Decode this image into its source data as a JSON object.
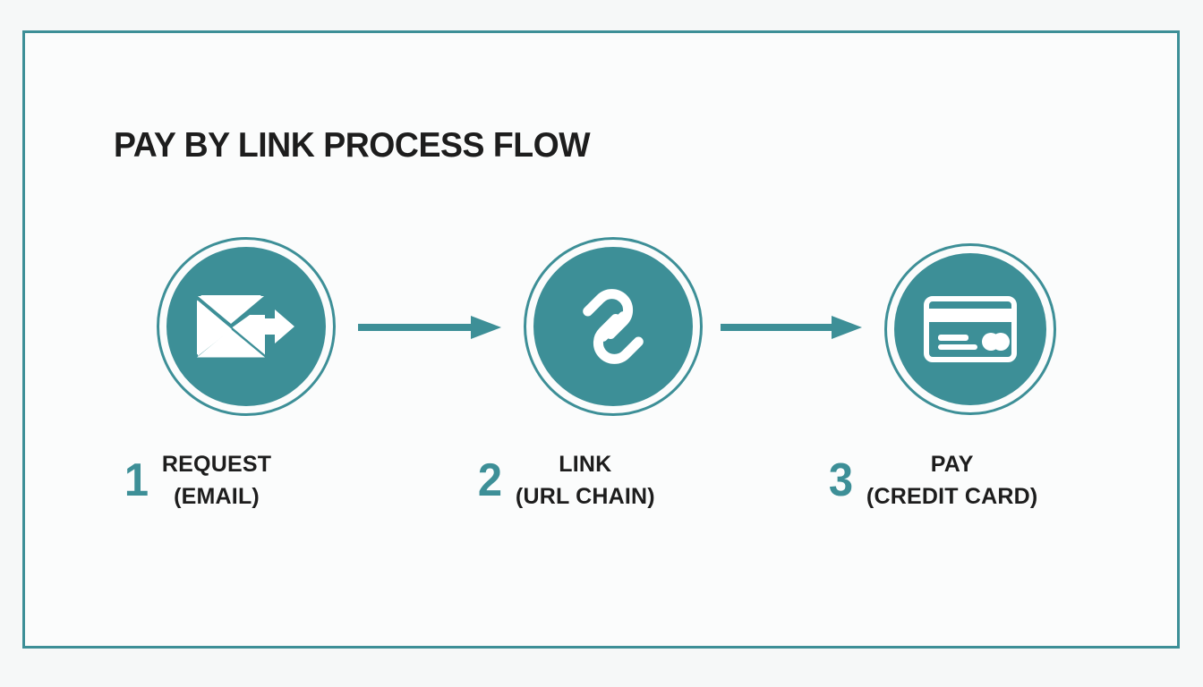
{
  "page": {
    "title": "PAY BY LINK PROCESS FLOW",
    "background_color": "#f6f8f8",
    "panel_color": "#fbfcfc",
    "accent_color": "#3d8f97",
    "text_color": "#1d1d1d"
  },
  "flow": {
    "type": "process-flow",
    "orientation": "horizontal",
    "steps": [
      {
        "number": "1",
        "label_line1": "REQUEST",
        "label_line2": "(EMAIL)",
        "icon": "envelope-send-icon"
      },
      {
        "number": "2",
        "label_line1": "LINK",
        "label_line2": "(URL CHAIN)",
        "icon": "chain-link-icon"
      },
      {
        "number": "3",
        "label_line1": "PAY",
        "label_line2": "(CREDIT CARD)",
        "icon": "credit-card-icon"
      }
    ],
    "connectors": [
      {
        "from": "1",
        "to": "2",
        "icon": "right-arrow-icon"
      },
      {
        "from": "2",
        "to": "3",
        "icon": "right-arrow-icon"
      }
    ]
  }
}
